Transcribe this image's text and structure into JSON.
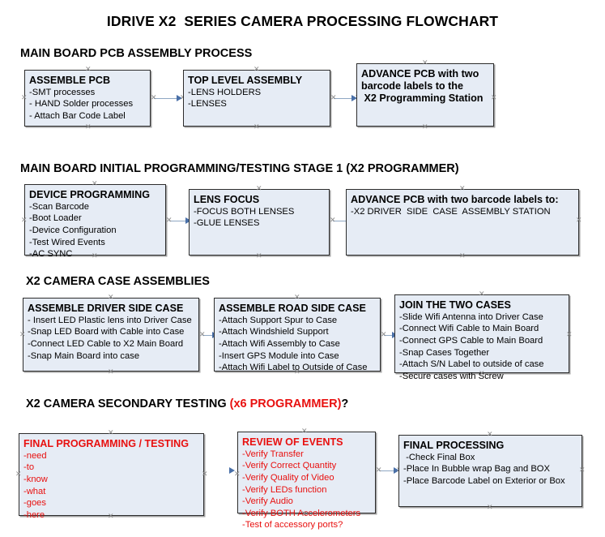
{
  "document": {
    "title": "IDRIVE X2  SERIES CAMERA PROCESSING FLOWCHART",
    "accent_black": "#000000",
    "accent_red": "#e8100f",
    "node_fill": "#e6ecf5",
    "node_border": "#2c2c2c",
    "connector_line": "#8fa8c4",
    "connector_arrow": "#4a70a8"
  },
  "sections": [
    {
      "heading": "MAIN BOARD PCB ASSEMBLY PROCESS",
      "heading_suffix": "",
      "heading_color": "black",
      "nodes": [
        {
          "title": "ASSEMBLE PCB",
          "lines": [
            "-SMT processes",
            "- HAND Solder processes",
            "- Attach Bar Code Label"
          ],
          "color": "black"
        },
        {
          "title": "TOP LEVEL ASSEMBLY",
          "lines": [
            "-LENS HOLDERS",
            "-LENSES"
          ],
          "color": "black"
        },
        {
          "title": "ADVANCE PCB with two",
          "lines": [
            "barcode labels to the",
            " X2 Programming Station"
          ],
          "color": "black"
        }
      ]
    },
    {
      "heading": "MAIN BOARD INITIAL PROGRAMMING/TESTING STAGE 1 (X2 PROGRAMMER)",
      "heading_suffix": "",
      "heading_color": "black",
      "nodes": [
        {
          "title": "DEVICE PROGRAMMING",
          "lines": [
            "-Scan Barcode",
            "-Boot Loader",
            "-Device Configuration",
            "-Test Wired Events",
            "-AC SYNC"
          ],
          "color": "black"
        },
        {
          "title": "LENS FOCUS",
          "lines": [
            "-FOCUS BOTH LENSES",
            "-GLUE LENSES"
          ],
          "color": "black"
        },
        {
          "title": "ADVANCE PCB with two barcode labels to:",
          "lines": [
            "-X2 DRIVER  SIDE  CASE  ASSEMBLY STATION"
          ],
          "color": "black"
        }
      ]
    },
    {
      "heading": "X2 CAMERA CASE ASSEMBLIES",
      "heading_suffix": "",
      "heading_color": "black",
      "nodes": [
        {
          "title": "ASSEMBLE DRIVER SIDE CASE",
          "lines": [
            "- Insert LED Plastic lens into Driver Case",
            "-Snap LED Board with Cable into Case",
            "-Connect LED Cable to X2 Main Board",
            "-Snap Main Board into case"
          ],
          "color": "black"
        },
        {
          "title": "ASSEMBLE ROAD SIDE CASE",
          "lines": [
            "-Attach Support Spur to Case",
            "-Attach Windshield Support",
            "-Attach Wifi Assembly to Case",
            "-Insert GPS Module into Case",
            "-Attach Wifi Label to Outside of Case"
          ],
          "color": "black"
        },
        {
          "title": "JOIN THE TWO CASES",
          "lines": [
            "-Slide Wifi Antenna into Driver Case",
            "-Connect Wifi Cable to Main Board",
            "-Connect GPS Cable to Main Board",
            "-Snap Cases Together",
            "-Attach S/N Label to outside of case",
            "-Secure cases with Screw"
          ],
          "color": "black"
        }
      ]
    },
    {
      "heading": "X2 CAMERA SECONDARY TESTING ",
      "heading_red": "(x6 PROGRAMMER)",
      "heading_suffix": "?",
      "heading_color": "mixed",
      "nodes": [
        {
          "title": "FINAL PROGRAMMING / TESTING",
          "lines": [
            "-need",
            "-to",
            "-know",
            "-what",
            "-goes",
            "-here"
          ],
          "color": "red"
        },
        {
          "title": "REVIEW OF EVENTS",
          "lines": [
            "-Verify Transfer",
            "-Verify Correct Quantity",
            "-Verify Quality of Video",
            "-Verify LEDs function",
            "-Verify Audio",
            "-Verify BOTH Accelerometers",
            "-Test of accessory ports?"
          ],
          "color": "red"
        },
        {
          "title": "FINAL PROCESSING",
          "lines": [
            " -Check Final Box",
            "-Place In Bubble wrap Bag and BOX",
            "-Place Barcode Label on Exterior or Box"
          ],
          "color": "black"
        }
      ]
    }
  ]
}
